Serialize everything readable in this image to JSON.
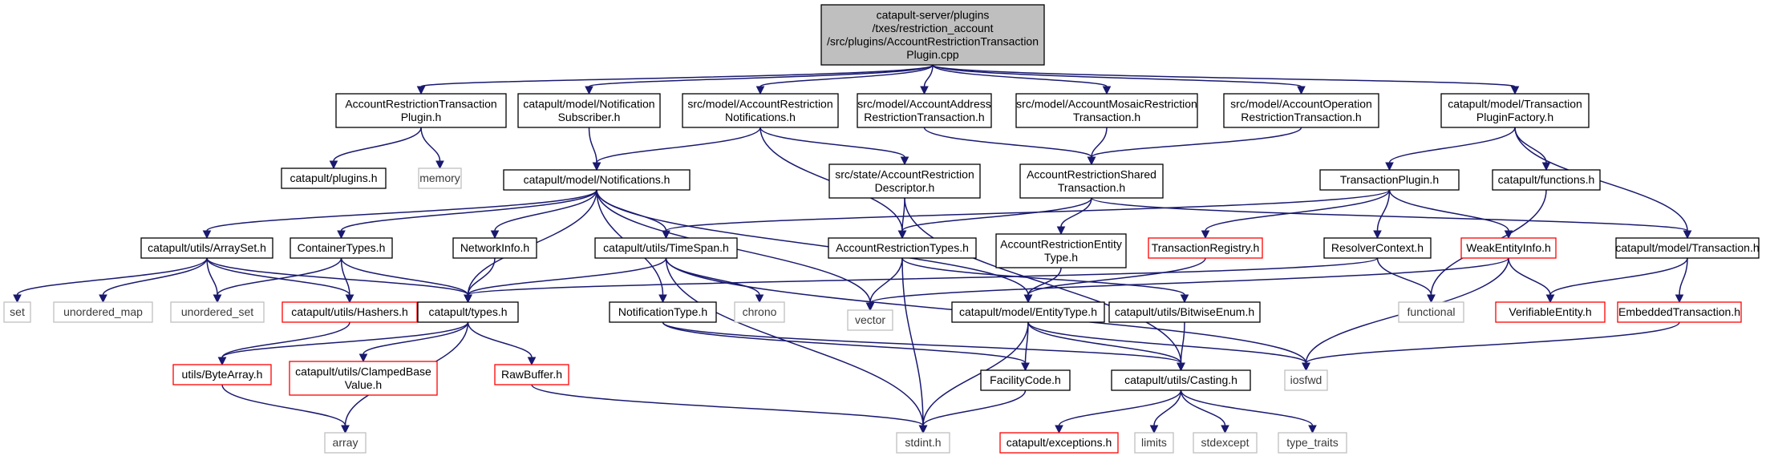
{
  "nodes": [
    {
      "id": "root",
      "kind": "root",
      "lines": [
        "catapult-server/plugins",
        "/txes/restriction_account",
        "/src/plugins/AccountRestrictionTransaction",
        "Plugin.cpp"
      ]
    },
    {
      "id": "artp_h",
      "kind": "normal",
      "lines": [
        "AccountRestrictionTransaction",
        "Plugin.h"
      ]
    },
    {
      "id": "ns_h",
      "kind": "normal",
      "lines": [
        "catapult/model/Notification",
        "Subscriber.h"
      ]
    },
    {
      "id": "arn_h",
      "kind": "normal",
      "lines": [
        "src/model/AccountRestriction",
        "Notifications.h"
      ]
    },
    {
      "id": "aart_h",
      "kind": "normal",
      "lines": [
        "src/model/AccountAddress",
        "RestrictionTransaction.h"
      ]
    },
    {
      "id": "amrt_h",
      "kind": "normal",
      "lines": [
        "src/model/AccountMosaicRestriction",
        "Transaction.h"
      ]
    },
    {
      "id": "aort_h",
      "kind": "normal",
      "lines": [
        "src/model/AccountOperation",
        "RestrictionTransaction.h"
      ]
    },
    {
      "id": "tpf_h",
      "kind": "normal",
      "lines": [
        "catapult/model/Transaction",
        "PluginFactory.h"
      ]
    },
    {
      "id": "plugins_h",
      "kind": "normal",
      "lines": [
        "catapult/plugins.h"
      ]
    },
    {
      "id": "memory",
      "kind": "grey",
      "lines": [
        "memory"
      ]
    },
    {
      "id": "notif_h",
      "kind": "normal",
      "lines": [
        "catapult/model/Notifications.h"
      ]
    },
    {
      "id": "ard_h",
      "kind": "normal",
      "lines": [
        "src/state/AccountRestriction",
        "Descriptor.h"
      ]
    },
    {
      "id": "arst_h",
      "kind": "normal",
      "lines": [
        "AccountRestrictionShared",
        "Transaction.h"
      ]
    },
    {
      "id": "tplugin_h",
      "kind": "normal",
      "lines": [
        "TransactionPlugin.h"
      ]
    },
    {
      "id": "functions_h",
      "kind": "normal",
      "lines": [
        "catapult/functions.h"
      ]
    },
    {
      "id": "arrayset_h",
      "kind": "normal",
      "lines": [
        "catapult/utils/ArraySet.h"
      ]
    },
    {
      "id": "container_h",
      "kind": "normal",
      "lines": [
        "ContainerTypes.h"
      ]
    },
    {
      "id": "netinfo_h",
      "kind": "normal",
      "lines": [
        "NetworkInfo.h"
      ]
    },
    {
      "id": "timespan_h",
      "kind": "normal",
      "lines": [
        "catapult/utils/TimeSpan.h"
      ]
    },
    {
      "id": "art_h",
      "kind": "normal",
      "lines": [
        "AccountRestrictionTypes.h"
      ]
    },
    {
      "id": "aret_h",
      "kind": "normal",
      "lines": [
        "AccountRestrictionEntity",
        "Type.h"
      ]
    },
    {
      "id": "treg_h",
      "kind": "red",
      "lines": [
        "TransactionRegistry.h"
      ]
    },
    {
      "id": "resolver_h",
      "kind": "normal",
      "lines": [
        "ResolverContext.h"
      ]
    },
    {
      "id": "weak_h",
      "kind": "red",
      "lines": [
        "WeakEntityInfo.h"
      ]
    },
    {
      "id": "trans_h",
      "kind": "normal",
      "lines": [
        "catapult/model/Transaction.h"
      ]
    },
    {
      "id": "set",
      "kind": "grey",
      "lines": [
        "set"
      ]
    },
    {
      "id": "umap",
      "kind": "grey",
      "lines": [
        "unordered_map"
      ]
    },
    {
      "id": "uset",
      "kind": "grey",
      "lines": [
        "unordered_set"
      ]
    },
    {
      "id": "hashers_h",
      "kind": "red",
      "lines": [
        "catapult/utils/Hashers.h"
      ]
    },
    {
      "id": "types_h",
      "kind": "normal",
      "lines": [
        "catapult/types.h"
      ]
    },
    {
      "id": "ntype_h",
      "kind": "normal",
      "lines": [
        "NotificationType.h"
      ]
    },
    {
      "id": "chrono",
      "kind": "grey",
      "lines": [
        "chrono"
      ]
    },
    {
      "id": "vector",
      "kind": "grey",
      "lines": [
        "vector"
      ]
    },
    {
      "id": "etype_h",
      "kind": "normal",
      "lines": [
        "catapult/model/EntityType.h"
      ]
    },
    {
      "id": "bitwise_h",
      "kind": "normal",
      "lines": [
        "catapult/utils/BitwiseEnum.h"
      ]
    },
    {
      "id": "functional",
      "kind": "grey",
      "lines": [
        "functional"
      ]
    },
    {
      "id": "verif_h",
      "kind": "red",
      "lines": [
        "VerifiableEntity.h"
      ]
    },
    {
      "id": "embedded_h",
      "kind": "red",
      "lines": [
        "EmbeddedTransaction.h"
      ]
    },
    {
      "id": "bytearray_h",
      "kind": "red",
      "lines": [
        "utils/ByteArray.h"
      ]
    },
    {
      "id": "clamped_h",
      "kind": "red",
      "lines": [
        "catapult/utils/ClampedBase",
        "Value.h"
      ]
    },
    {
      "id": "rawbuf_h",
      "kind": "red",
      "lines": [
        "RawBuffer.h"
      ]
    },
    {
      "id": "facility_h",
      "kind": "normal",
      "lines": [
        "FacilityCode.h"
      ]
    },
    {
      "id": "casting_h",
      "kind": "normal",
      "lines": [
        "catapult/utils/Casting.h"
      ]
    },
    {
      "id": "iosfwd",
      "kind": "grey",
      "lines": [
        "iosfwd"
      ]
    },
    {
      "id": "array",
      "kind": "grey",
      "lines": [
        "array"
      ]
    },
    {
      "id": "stdint",
      "kind": "grey",
      "lines": [
        "stdint.h"
      ]
    },
    {
      "id": "exceptions_h",
      "kind": "red",
      "lines": [
        "catapult/exceptions.h"
      ]
    },
    {
      "id": "limits",
      "kind": "grey",
      "lines": [
        "limits"
      ]
    },
    {
      "id": "stdexcept",
      "kind": "grey",
      "lines": [
        "stdexcept"
      ]
    },
    {
      "id": "typetraits",
      "kind": "grey",
      "lines": [
        "type_traits"
      ]
    }
  ],
  "edges": [
    [
      "root",
      "artp_h"
    ],
    [
      "root",
      "ns_h"
    ],
    [
      "root",
      "arn_h"
    ],
    [
      "root",
      "aart_h"
    ],
    [
      "root",
      "amrt_h"
    ],
    [
      "root",
      "aort_h"
    ],
    [
      "root",
      "tpf_h"
    ],
    [
      "artp_h",
      "plugins_h"
    ],
    [
      "artp_h",
      "memory"
    ],
    [
      "ns_h",
      "notif_h"
    ],
    [
      "arn_h",
      "notif_h"
    ],
    [
      "arn_h",
      "ard_h"
    ],
    [
      "arn_h",
      "art_h"
    ],
    [
      "aart_h",
      "arst_h"
    ],
    [
      "amrt_h",
      "arst_h"
    ],
    [
      "aort_h",
      "arst_h"
    ],
    [
      "tpf_h",
      "tplugin_h"
    ],
    [
      "tpf_h",
      "functions_h"
    ],
    [
      "tpf_h",
      "trans_h"
    ],
    [
      "notif_h",
      "arrayset_h"
    ],
    [
      "notif_h",
      "container_h"
    ],
    [
      "notif_h",
      "netinfo_h"
    ],
    [
      "notif_h",
      "timespan_h"
    ],
    [
      "notif_h",
      "ntype_h"
    ],
    [
      "notif_h",
      "vector"
    ],
    [
      "notif_h",
      "etype_h"
    ],
    [
      "notif_h",
      "types_h"
    ],
    [
      "ard_h",
      "art_h"
    ],
    [
      "ard_h",
      "casting_h"
    ],
    [
      "arst_h",
      "art_h"
    ],
    [
      "arst_h",
      "aret_h"
    ],
    [
      "arst_h",
      "trans_h"
    ],
    [
      "tplugin_h",
      "timespan_h"
    ],
    [
      "tplugin_h",
      "treg_h"
    ],
    [
      "tplugin_h",
      "resolver_h"
    ],
    [
      "tplugin_h",
      "weak_h"
    ],
    [
      "functions_h",
      "functional"
    ],
    [
      "arrayset_h",
      "set"
    ],
    [
      "arrayset_h",
      "umap"
    ],
    [
      "arrayset_h",
      "uset"
    ],
    [
      "arrayset_h",
      "hashers_h"
    ],
    [
      "arrayset_h",
      "types_h"
    ],
    [
      "container_h",
      "uset"
    ],
    [
      "container_h",
      "hashers_h"
    ],
    [
      "container_h",
      "types_h"
    ],
    [
      "netinfo_h",
      "types_h"
    ],
    [
      "timespan_h",
      "types_h"
    ],
    [
      "timespan_h",
      "chrono"
    ],
    [
      "timespan_h",
      "stdint"
    ],
    [
      "timespan_h",
      "iosfwd"
    ],
    [
      "art_h",
      "vector"
    ],
    [
      "art_h",
      "stdint"
    ],
    [
      "art_h",
      "bitwise_h"
    ],
    [
      "aret_h",
      "etype_h"
    ],
    [
      "treg_h",
      "etype_h"
    ],
    [
      "resolver_h",
      "types_h"
    ],
    [
      "resolver_h",
      "functional"
    ],
    [
      "weak_h",
      "vector"
    ],
    [
      "weak_h",
      "verif_h"
    ],
    [
      "weak_h",
      "iosfwd"
    ],
    [
      "trans_h",
      "verif_h"
    ],
    [
      "trans_h",
      "embedded_h"
    ],
    [
      "hashers_h",
      "bytearray_h"
    ],
    [
      "types_h",
      "bytearray_h"
    ],
    [
      "types_h",
      "clamped_h"
    ],
    [
      "types_h",
      "rawbuf_h"
    ],
    [
      "types_h",
      "array"
    ],
    [
      "ntype_h",
      "facility_h"
    ],
    [
      "ntype_h",
      "casting_h"
    ],
    [
      "etype_h",
      "facility_h"
    ],
    [
      "etype_h",
      "casting_h"
    ],
    [
      "etype_h",
      "iosfwd"
    ],
    [
      "etype_h",
      "stdint"
    ],
    [
      "bitwise_h",
      "casting_h"
    ],
    [
      "embedded_h",
      "iosfwd"
    ],
    [
      "bytearray_h",
      "array"
    ],
    [
      "rawbuf_h",
      "stdint"
    ],
    [
      "facility_h",
      "stdint"
    ],
    [
      "casting_h",
      "exceptions_h"
    ],
    [
      "casting_h",
      "limits"
    ],
    [
      "casting_h",
      "stdexcept"
    ],
    [
      "casting_h",
      "typetraits"
    ]
  ]
}
